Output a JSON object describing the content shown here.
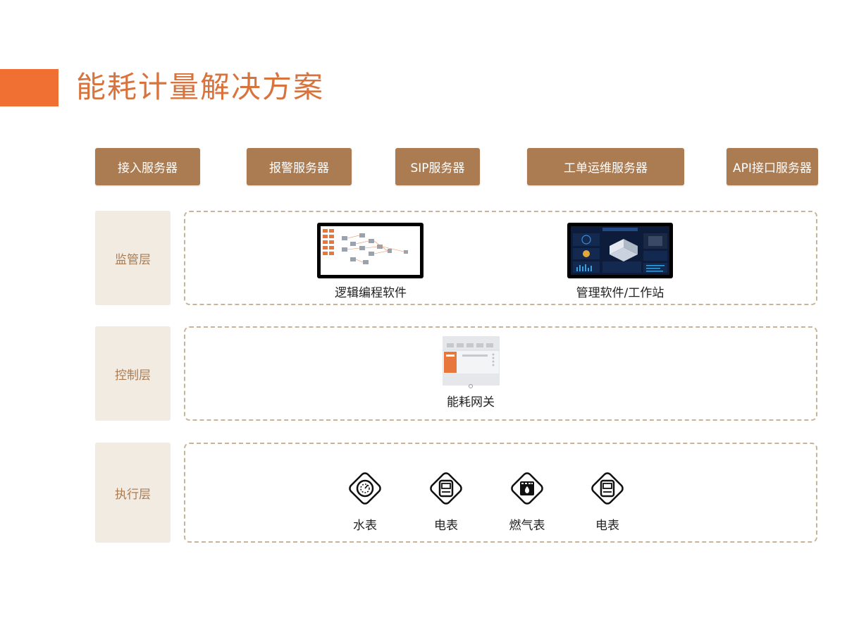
{
  "title": "能耗计量解决方案",
  "servers": [
    "接入服务器",
    "报警服务器",
    "SIP服务器",
    "工单运维服务器",
    "API接口服务器"
  ],
  "layers": {
    "supervision": {
      "label": "监管层",
      "items": [
        "逻辑编程软件",
        "管理软件/工作站"
      ]
    },
    "control": {
      "label": "控制层",
      "items": [
        "能耗网关"
      ]
    },
    "execution": {
      "label": "执行层",
      "items": [
        {
          "label": "水表",
          "icon": "water-meter-icon"
        },
        {
          "label": "电表",
          "icon": "electric-meter-icon"
        },
        {
          "label": "燃气表",
          "icon": "gas-meter-icon"
        },
        {
          "label": "电表",
          "icon": "electric-meter-icon"
        }
      ]
    }
  },
  "colors": {
    "accent_orange": "#ef7032",
    "title_orange": "#d9733d",
    "server_brown": "#ab7c52",
    "layer_bg": "#f1ebe2",
    "dashed_border": "#c9b49a"
  }
}
